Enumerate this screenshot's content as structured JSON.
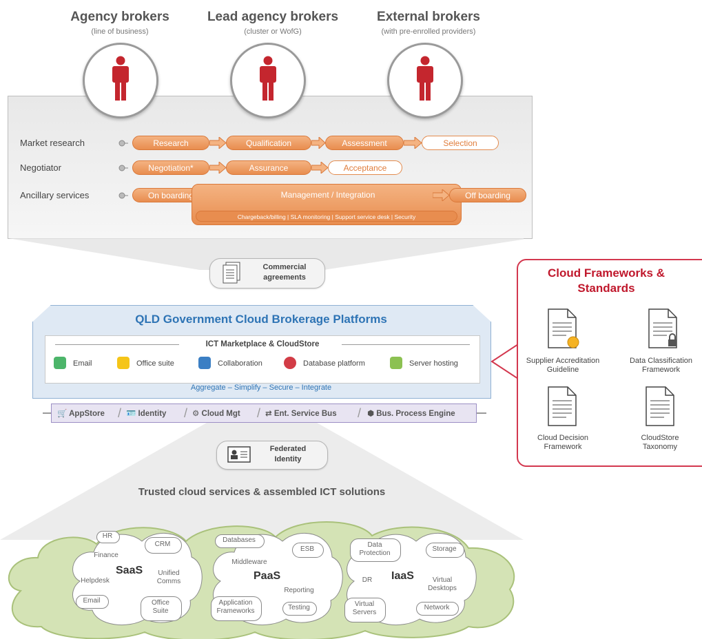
{
  "brokers": [
    {
      "title": "Agency brokers",
      "subtitle": "(line of business)"
    },
    {
      "title": "Lead agency brokers",
      "subtitle": "(cluster or WofG)"
    },
    {
      "title": "External brokers",
      "subtitle": "(with pre-enrolled providers)"
    }
  ],
  "roles": {
    "market_research": {
      "label": "Market research",
      "steps": [
        "Research",
        "Qualification",
        "Assessment",
        "Selection"
      ]
    },
    "negotiator": {
      "label": "Negotiator",
      "steps": [
        "Negotiation*",
        "Assurance",
        "Acceptance"
      ]
    },
    "ancillary": {
      "label": "Ancillary services",
      "steps": [
        "On boarding",
        "Management / Integration",
        "Off boarding"
      ],
      "sub_services": "Chargeback/billing  |  SLA monitoring  |  Support service desk  |  Security"
    }
  },
  "commercial_agreements": "Commercial agreements",
  "platform": {
    "title": "QLD Government Cloud Brokerage Platforms",
    "marketplace_title": "ICT Marketplace & CloudStore",
    "services": [
      "Email",
      "Office suite",
      "Collaboration",
      "Database platform",
      "Server hosting"
    ],
    "service_colors": [
      "#4cb56a",
      "#f5c518",
      "#3b7fc4",
      "#d23c46",
      "#8cc152"
    ],
    "tagline": "Aggregate  –  Simplify  –  Secure  –  Integrate",
    "bus": [
      "AppStore",
      "Identity",
      "Cloud Mgt",
      "Ent. Service Bus",
      "Bus. Process Engine"
    ]
  },
  "federated_identity": "Federated Identity",
  "trusted_title": "Trusted cloud services & assembled ICT solutions",
  "clouds": {
    "saas": {
      "title": "SaaS",
      "items": [
        "HR",
        "Finance",
        "CRM",
        "Helpdesk",
        "Unified Comms",
        "Email",
        "Office Suite"
      ]
    },
    "paas": {
      "title": "PaaS",
      "items": [
        "Databases",
        "Middleware",
        "ESB",
        "Reporting",
        "Application Frameworks",
        "Testing"
      ]
    },
    "iaas": {
      "title": "IaaS",
      "items": [
        "Data Protection",
        "Storage",
        "DR",
        "Virtual Desktops",
        "Virtual Servers",
        "Network"
      ]
    }
  },
  "frameworks": {
    "title": "Cloud Frameworks & Standards",
    "docs": [
      "Supplier Accreditation Guideline",
      "Data Classification Framework",
      "Cloud Decision Framework",
      "CloudStore Taxonomy"
    ]
  }
}
